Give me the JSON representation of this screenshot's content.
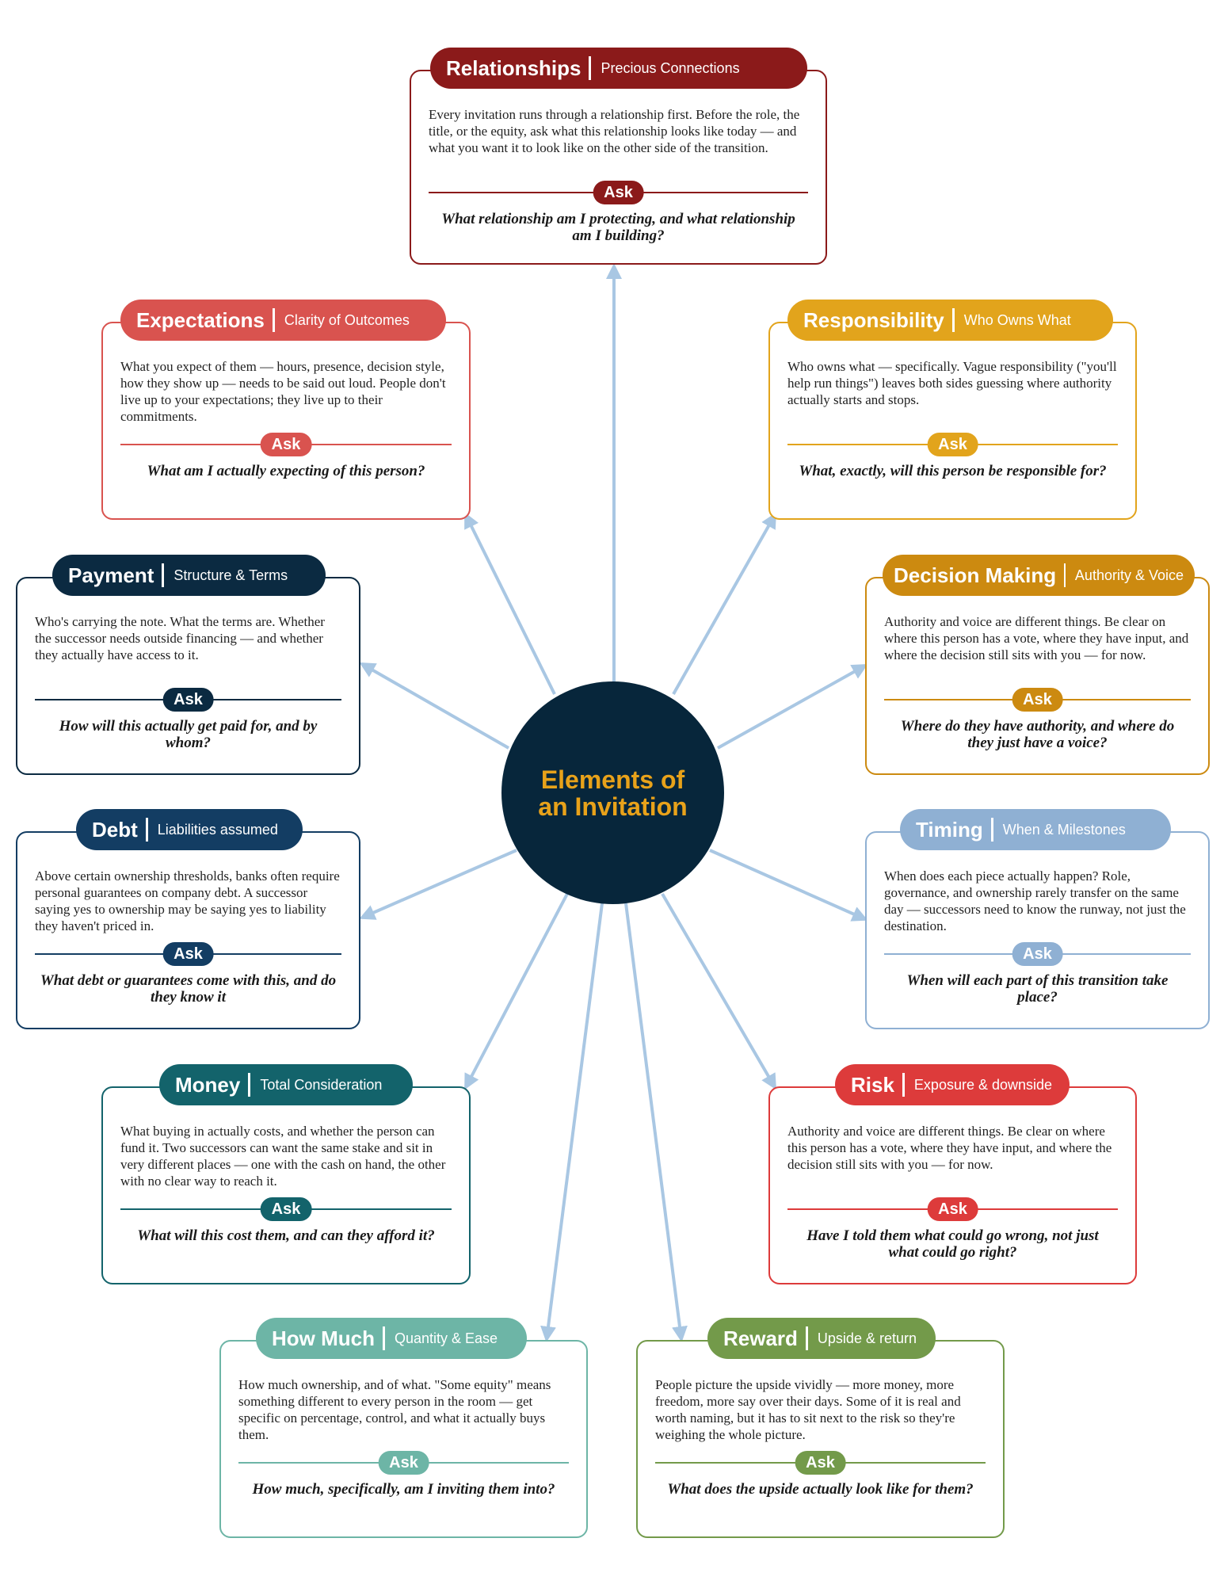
{
  "hub": {
    "title": "Elements of an Invitation"
  },
  "cards": {
    "relationships": {
      "title": "Relationships",
      "subtitle": "Precious Connections",
      "body": "Every invitation runs through a relationship first. Before the role, the title, or the equity, ask what this relationship looks like today — and what you want it to look like on the other side of the transition.",
      "ask_label": "Ask",
      "question": "What relationship am I protecting, and what relationship am I building?",
      "color": "#8b1a1a"
    },
    "expectations": {
      "title": "Expectations",
      "subtitle": "Clarity of Outcomes",
      "body": "What you expect of them — hours, presence, decision style, how they show up — needs to be said out loud. People don't live up to your expectations; they live up to their commitments.",
      "ask_label": "Ask",
      "question": "What am I actually expecting of this person?",
      "color": "#d9534f"
    },
    "responsibility": {
      "title": "Responsibility",
      "subtitle": "Who Owns What",
      "body": "Who owns what — specifically. Vague responsibility (\"you'll help run things\") leaves both sides guessing where authority actually starts and stops.",
      "ask_label": "Ask",
      "question": "What, exactly, will this person be responsible for?",
      "color": "#e2a41c"
    },
    "payment": {
      "title": "Payment",
      "subtitle": "Structure & Terms",
      "body": "Who's carrying the note. What the terms are. Whether the successor needs outside financing — and whether they actually have access to it.",
      "ask_label": "Ask",
      "question": "How will this actually get paid for, and by whom?",
      "color": "#0b2a41"
    },
    "decision": {
      "title": "Decision Making",
      "subtitle": "Authority & Voice",
      "body": "Authority and voice are different things. Be clear on where this person has a vote, where they have input, and where the decision still sits with you — for now.",
      "ask_label": "Ask",
      "question": "Where do they have authority, and where do they just have a voice?",
      "color": "#cc8a10"
    },
    "debt": {
      "title": "Debt",
      "subtitle": "Liabilities assumed",
      "body": "Above certain ownership thresholds, banks often require personal guarantees on company debt. A successor saying yes to ownership may be saying yes to liability they haven't priced in.",
      "ask_label": "Ask",
      "question": "What debt or guarantees come with this, and do they know it",
      "color": "#133d63"
    },
    "timing": {
      "title": "Timing",
      "subtitle": "When & Milestones",
      "body": "When does each piece actually happen? Role, governance, and ownership rarely transfer on the same day — successors need to know the runway, not just the destination.",
      "ask_label": "Ask",
      "question": "When will each part of this transition take place?",
      "color": "#8fb0d3"
    },
    "money": {
      "title": "Money",
      "subtitle": "Total Consideration",
      "body": "What buying in actually costs, and whether the person can fund it. Two successors can want the same stake and sit in very different places — one with the cash on hand, the other with no clear way to reach it.",
      "ask_label": "Ask",
      "question": "What will this cost them, and can they afford it?",
      "color": "#13636b"
    },
    "risk": {
      "title": "Risk",
      "subtitle": "Exposure & downside",
      "body": "Authority and voice are different things. Be clear on where this person has a vote, where they have input, and where the decision still sits with you — for now.",
      "ask_label": "Ask",
      "question": "Have I told them what could go wrong, not just what could go right?",
      "color": "#dd3b3b"
    },
    "howmuch": {
      "title": "How Much",
      "subtitle": "Quantity & Ease",
      "body": "How much ownership, and of what. \"Some equity\" means something different to every person in the room — get specific on percentage, control, and what it actually buys them.",
      "ask_label": "Ask",
      "question": "How much, specifically, am I inviting them into?",
      "color": "#6db5a6"
    },
    "reward": {
      "title": "Reward",
      "subtitle": "Upside & return",
      "body": "People picture the upside vividly — more money, more freedom, more say over their days. Some of it is real and worth naming, but it has to sit next to the risk so they're weighing the whole picture.",
      "ask_label": "Ask",
      "question": "What does the upside actually look like for them?",
      "color": "#739a4a"
    }
  },
  "colors": {
    "connector": "#a9c7e3",
    "hub_bg": "#07263b",
    "hub_text": "#e8a21a"
  }
}
